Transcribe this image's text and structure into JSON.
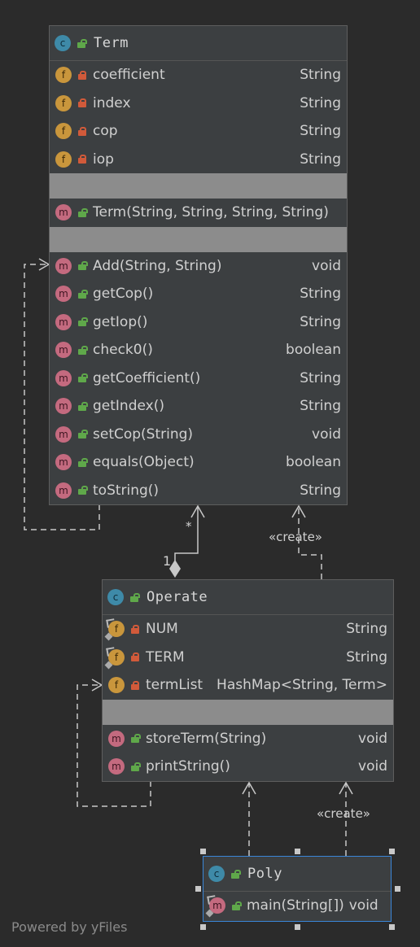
{
  "classes": {
    "term": {
      "name": "Term",
      "fields": [
        {
          "name": "coefficient",
          "type": "String"
        },
        {
          "name": "index",
          "type": "String"
        },
        {
          "name": "cop",
          "type": "String"
        },
        {
          "name": "iop",
          "type": "String"
        }
      ],
      "constructors": [
        {
          "name": "Term(String, String, String, String)",
          "type": ""
        }
      ],
      "methods": [
        {
          "name": "Add(String, String)",
          "type": "void"
        },
        {
          "name": "getCop()",
          "type": "String"
        },
        {
          "name": "getIop()",
          "type": "String"
        },
        {
          "name": "check0()",
          "type": "boolean"
        },
        {
          "name": "getCoefficient()",
          "type": "String"
        },
        {
          "name": "getIndex()",
          "type": "String"
        },
        {
          "name": "setCop(String)",
          "type": "void"
        },
        {
          "name": "equals(Object)",
          "type": "boolean"
        },
        {
          "name": "toString()",
          "type": "String"
        }
      ]
    },
    "operate": {
      "name": "Operate",
      "fields": [
        {
          "name": "NUM",
          "type": "String"
        },
        {
          "name": "TERM",
          "type": "String"
        },
        {
          "name": "termList",
          "type": "HashMap<String, Term>"
        }
      ],
      "methods": [
        {
          "name": "storeTerm(String)",
          "type": "void"
        },
        {
          "name": "printString()",
          "type": "void"
        }
      ]
    },
    "poly": {
      "name": "Poly",
      "methods": [
        {
          "name": "main(String[])",
          "type": "void"
        }
      ]
    }
  },
  "edges": {
    "create_label_1": "«create»",
    "create_label_2": "«create»",
    "multiplicity_many": "*",
    "multiplicity_one": "1"
  },
  "footer": "Powered by yFiles",
  "colors": {
    "background": "#2b2b2b",
    "node": "#3c3f41",
    "class_badge": "#3e8aa8",
    "field_badge": "#c9963c",
    "method_badge": "#c46a7f",
    "private_lock": "#d15a3a",
    "public_lock": "#5fa84a",
    "selection": "#3a86d8"
  }
}
